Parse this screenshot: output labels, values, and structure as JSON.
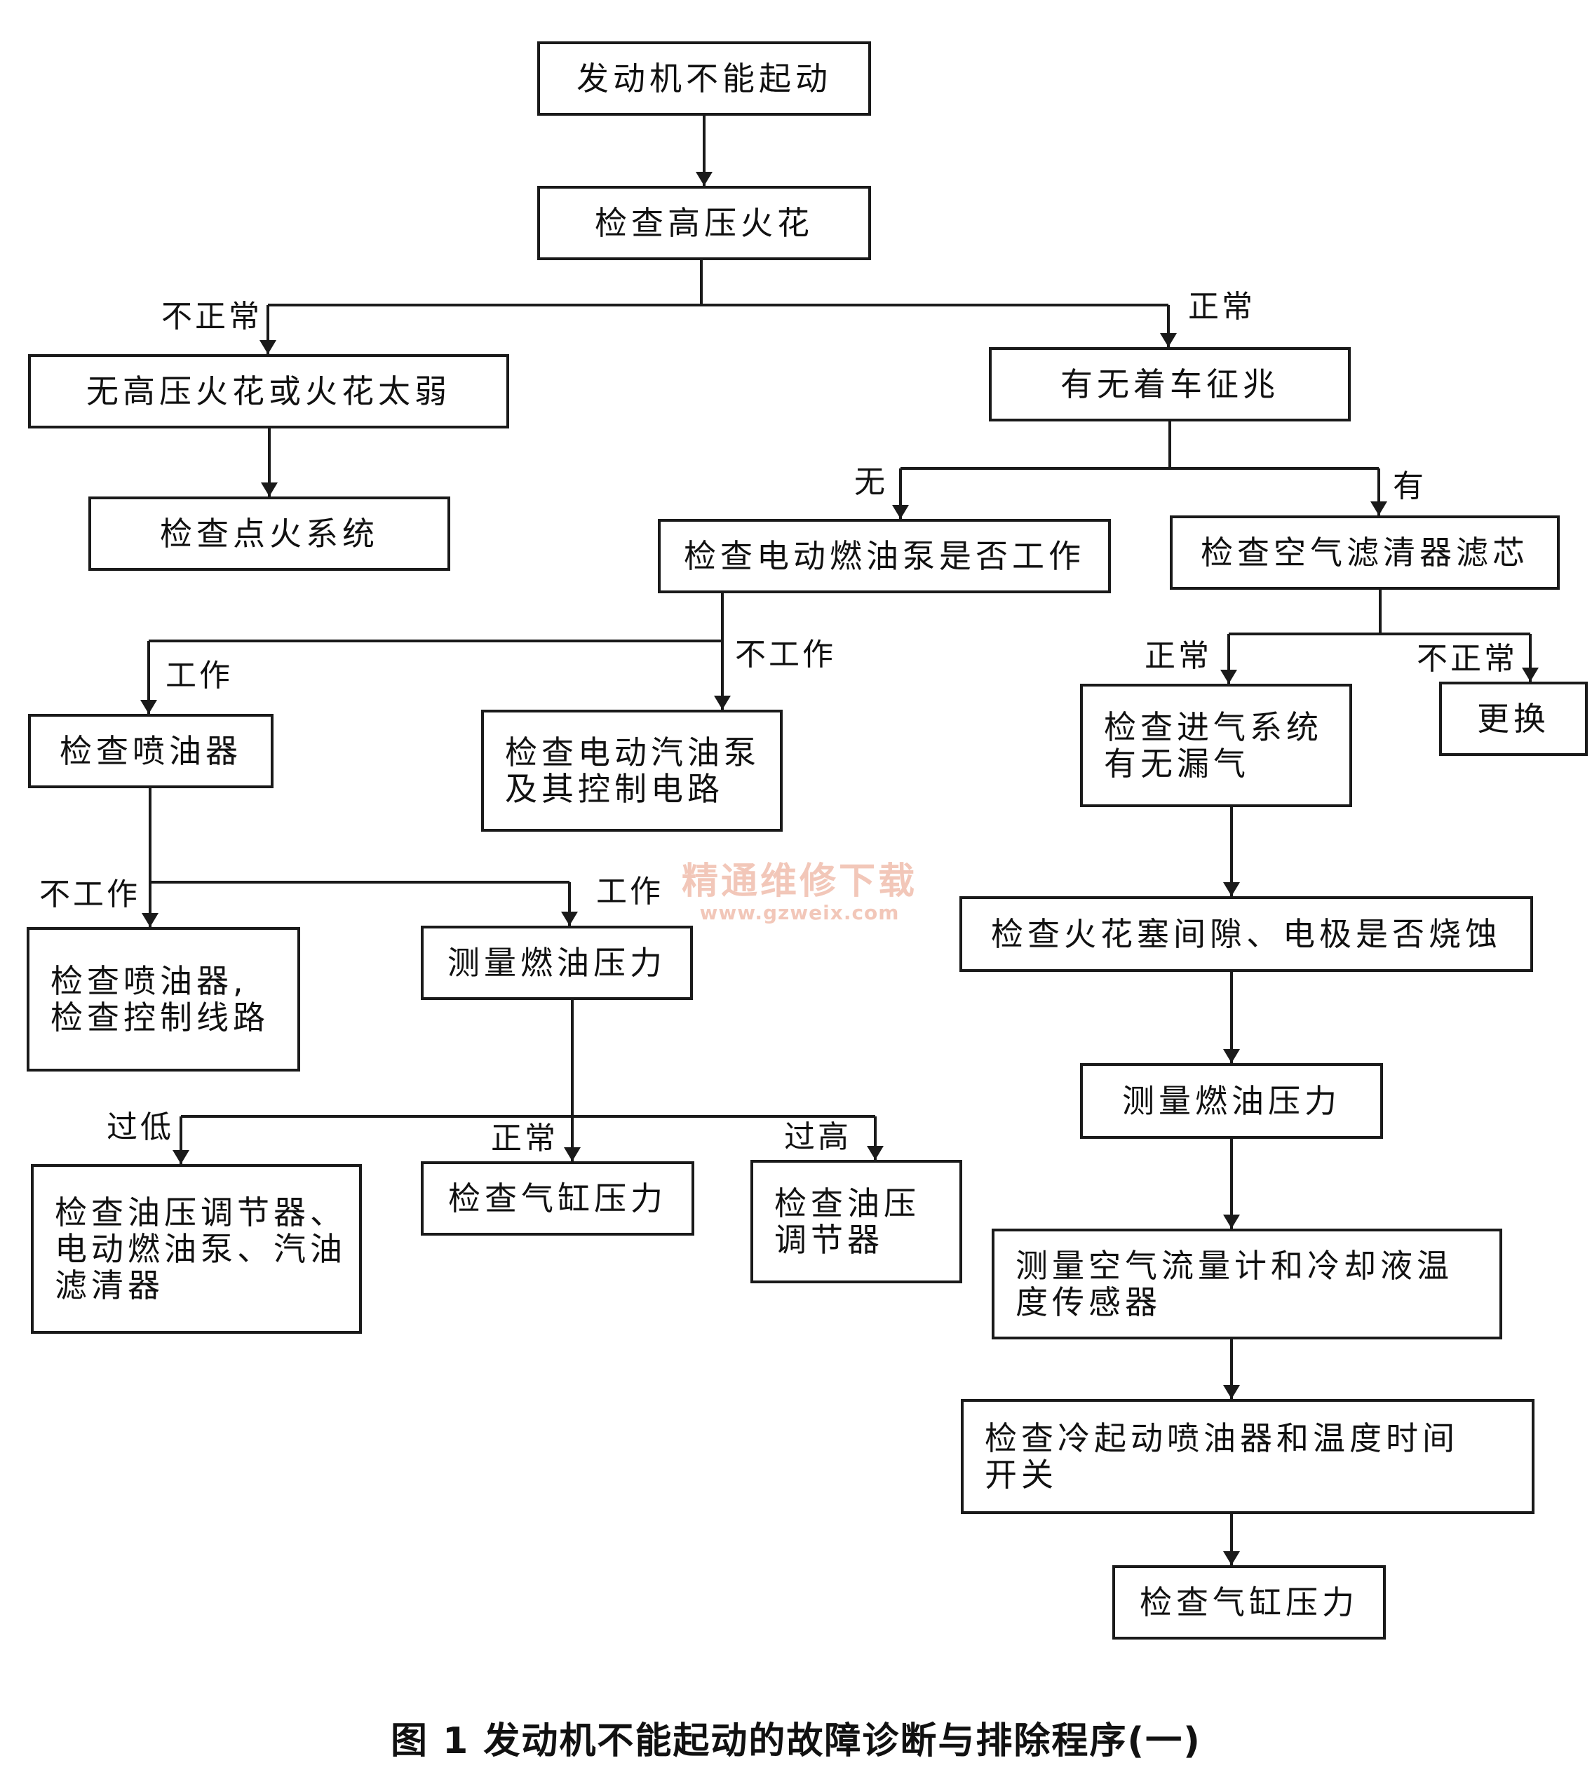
{
  "nodes": {
    "n1": "发动机不能起动",
    "n2": "检查高压火花",
    "n3": "无高压火花或火花太弱",
    "n4": "检查点火系统",
    "n5": "有无着车征兆",
    "n6": "检查电动燃油泵是否工作",
    "n7": "检查空气滤清器滤芯",
    "n8": "检查喷油器",
    "n9": "检查电动汽油泵\n及其控制电路",
    "n10": "检查进气系统\n有无漏气",
    "n11": "更换",
    "n12": "检查喷油器,\n检查控制线路",
    "n13": "测量燃油压力",
    "n14": "检查火花塞间隙、电极是否烧蚀",
    "n15": "测量燃油压力",
    "n16": "检查油压调节器、\n电动燃油泵、汽油\n滤清器",
    "n17": "检查气缸压力",
    "n18": "检查油压\n调节器",
    "n19": "测量空气流量计和冷却液温\n度传感器",
    "n20": "检查冷起动喷油器和温度时间\n开关",
    "n21": "检查气缸压力"
  },
  "edge_labels": {
    "abnormal_1": "不正常",
    "normal_1": "正常",
    "none": "无",
    "yes": "有",
    "work_1": "工作",
    "not_work_1": "不工作",
    "normal_2": "正常",
    "abnormal_2": "不正常",
    "not_work_2": "不工作",
    "work_2": "工作",
    "too_low": "过低",
    "normal_3": "正常",
    "too_high": "过高"
  },
  "caption": "图 1 发动机不能起动的故障诊断与排除程序(一)",
  "watermark": {
    "title": "精通维修下载",
    "url": "www.gzweix.com"
  },
  "colors": {
    "line": "#1a1a1a",
    "watermark": "#f2c7b9"
  }
}
